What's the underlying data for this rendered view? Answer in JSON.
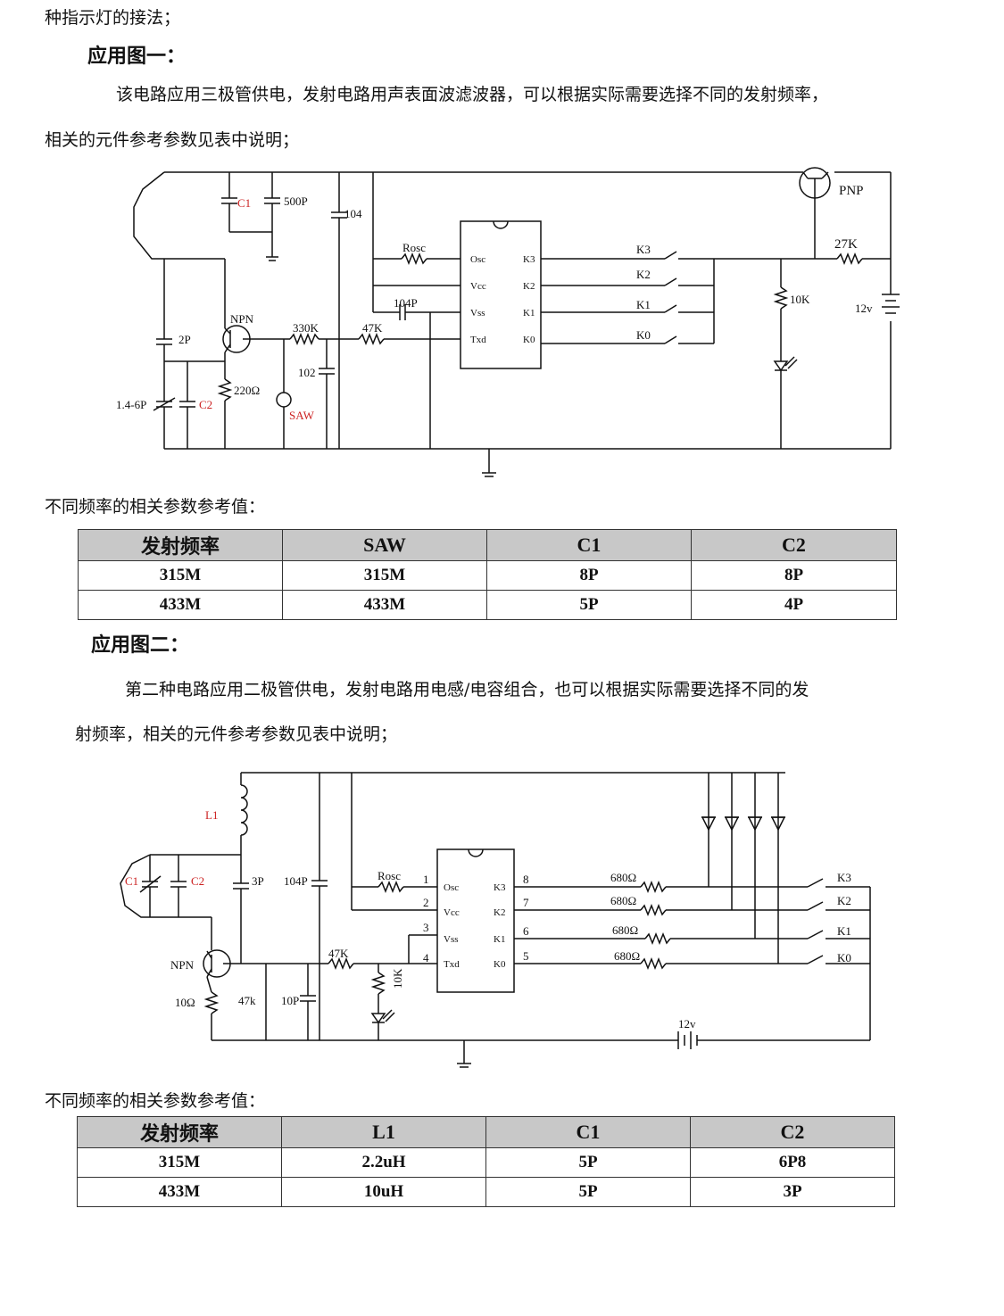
{
  "intro_line": "种指示灯的接法；",
  "section1": {
    "heading": "应用图一：",
    "para_line1": "该电路应用三极管供电，发射电路用声表面波滤波器，可以根据实际需要选择不同的发射频率，",
    "para_line2": "相关的元件参考参数见表中说明；",
    "circuit_labels": {
      "c1": "C1",
      "c500p": "500P",
      "c104": "104",
      "rosc": "Rosc",
      "osc": "Osc",
      "vcc": "Vcc",
      "vss": "Vss",
      "txd": "Txd",
      "k3pin": "K3",
      "k2pin": "K2",
      "k1pin": "K1",
      "k0pin": "K0",
      "c104p": "104P",
      "npn": "NPN",
      "r330k": "330K",
      "r47k": "47K",
      "c2p": "2P",
      "c102": "102",
      "r220": "220Ω",
      "saw": "SAW",
      "ctrim": "1.4-6P",
      "c2": "C2",
      "sw_k3": "K3",
      "sw_k2": "K2",
      "sw_k1": "K1",
      "sw_k0": "K0",
      "pnp": "PNP",
      "r27k": "27K",
      "r10k": "10K",
      "v12": "12v"
    },
    "table_caption": "不同频率的相关参数参考值：",
    "table": {
      "headers": [
        "发射频率",
        "SAW",
        "C1",
        "C2"
      ],
      "rows": [
        [
          "315M",
          "315M",
          "8P",
          "8P"
        ],
        [
          "433M",
          "433M",
          "5P",
          "4P"
        ]
      ]
    }
  },
  "section2": {
    "heading": "应用图二：",
    "para_line1": "第二种电路应用二极管供电，发射电路用电感/电容组合，也可以根据实际需要选择不同的发",
    "para_line2": "射频率，相关的元件参考参数见表中说明；",
    "circuit_labels": {
      "l1": "L1",
      "c1": "C1",
      "c2": "C2",
      "c3p": "3P",
      "c104p": "104P",
      "rosc": "Rosc",
      "npn": "NPN",
      "r47k": "47K",
      "r10ohm": "10Ω",
      "r47k_low": "47k",
      "c10p": "10P",
      "r10k": "10K",
      "pin1": "1",
      "pin2": "2",
      "pin3": "3",
      "pin4": "4",
      "pin8": "8",
      "pin7": "7",
      "pin6": "6",
      "pin5": "5",
      "osc": "Osc",
      "vcc": "Vcc",
      "vss": "Vss",
      "txd": "Txd",
      "k3pin": "K3",
      "k2pin": "K2",
      "k1pin": "K1",
      "k0pin": "K0",
      "r680a": "680Ω",
      "r680b": "680Ω",
      "r680c": "680Ω",
      "r680d": "680Ω",
      "sw_k3": "K3",
      "sw_k2": "K2",
      "sw_k1": "K1",
      "sw_k0": "K0",
      "v12": "12v"
    },
    "table_caption": "不同频率的相关参数参考值：",
    "table": {
      "headers": [
        "发射频率",
        "L1",
        "C1",
        "C2"
      ],
      "rows": [
        [
          "315M",
          "2.2uH",
          "5P",
          "6P8"
        ],
        [
          "433M",
          "10uH",
          "5P",
          "3P"
        ]
      ]
    }
  },
  "colors": {
    "label_red": "#cc2222"
  }
}
